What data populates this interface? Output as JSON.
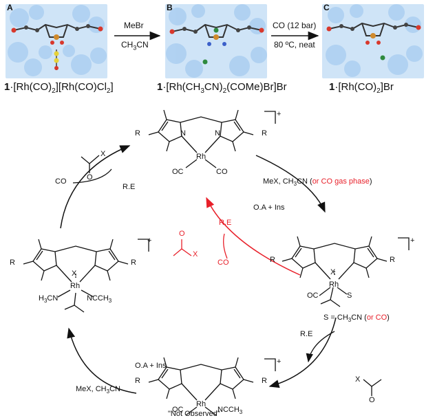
{
  "panels": [
    {
      "label": "A",
      "caption_prefix": "1",
      "caption": "·[Rh(CO)",
      "caption_sub1": "2",
      "caption_mid": "][Rh(CO)Cl",
      "caption_sub2": "2",
      "caption_end": "]"
    },
    {
      "label": "B",
      "caption_prefix": "1",
      "caption": "·[Rh(CH",
      "caption_sub1": "3",
      "caption_mid": "CN)",
      "caption_sub2": "2",
      "caption_end": "(COMe)Br]Br"
    },
    {
      "label": "C",
      "caption_prefix": "1",
      "caption": "·[Rh(CO)",
      "caption_sub1": "2",
      "caption_mid": "]Br",
      "caption_sub2": "",
      "caption_end": ""
    }
  ],
  "reactions": {
    "ab_top": "MeBr",
    "ab_bottom": "CH3CN",
    "bc_top": "CO (12 bar)",
    "bc_bottom": "80 ºC, neat"
  },
  "cycle": {
    "top_right_label": "MeX, CH3CN (",
    "top_right_red": "or CO gas phase",
    "top_right_close": ")",
    "oa_ins_1": "O.A + Ins",
    "oa_ins_2": "O.A + Ins",
    "re_right": "R.E",
    "re_left": "R.E",
    "re_red": "R.E",
    "co_left": "CO",
    "co_red": "CO",
    "mex_bottom": "MeX, CH3CN",
    "solvent_note": "S = CH3CN (",
    "solvent_red": "or CO",
    "solvent_close": ")",
    "not_observed": "\"Not Observed\"",
    "charge": "+",
    "acyl_x": "X",
    "acyl_o": "O"
  },
  "atoms": {
    "R": "R",
    "N": "N",
    "Rh": "Rh",
    "X": "X",
    "S": "S",
    "OC": "OC",
    "CO": "CO",
    "NCCH3": "NCCH3",
    "H3CN": "H3CN"
  },
  "colors": {
    "red": "#e8202a",
    "protein": "#a9cdf0",
    "ink": "#111111"
  }
}
